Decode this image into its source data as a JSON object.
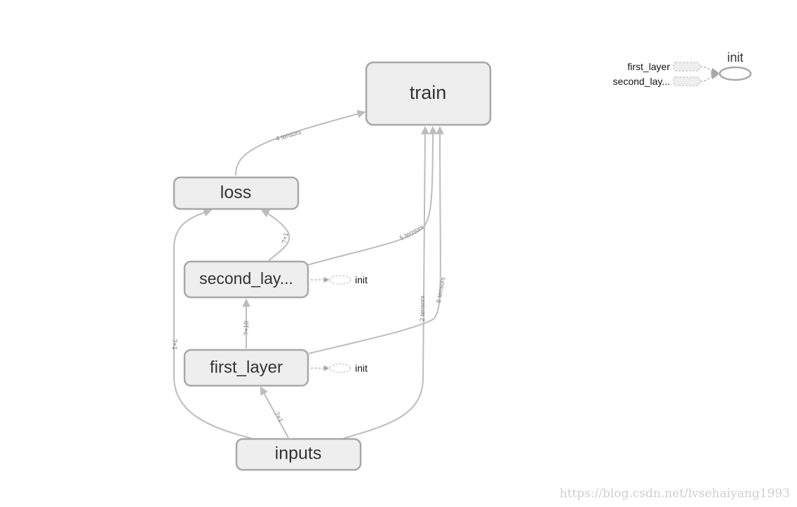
{
  "nodes": {
    "train": "train",
    "loss": "loss",
    "second_layer": "second_lay...",
    "first_layer": "first_layer",
    "inputs": "inputs"
  },
  "edge_labels": {
    "loss_to_train": "4 tensors",
    "second_to_train": "5 tensors",
    "first_to_train": "6 tensors",
    "inputs_to_train": "2 tensors",
    "second_to_loss": "?×1",
    "first_to_second": "?×10",
    "inputs_to_first": "?×1",
    "inputs_to_loss": "?×1"
  },
  "init_stubs": {
    "second_layer": "init",
    "first_layer": "init"
  },
  "aux_panel": {
    "title": "init",
    "inputs": [
      "first_layer",
      "second_lay..."
    ]
  },
  "watermark": "https://blog.csdn.net/lvsehaiyang1993",
  "colors": {
    "node_fill": "#eeeeee",
    "node_stroke": "#a8a8a8",
    "edge": "#bdbdbd"
  }
}
